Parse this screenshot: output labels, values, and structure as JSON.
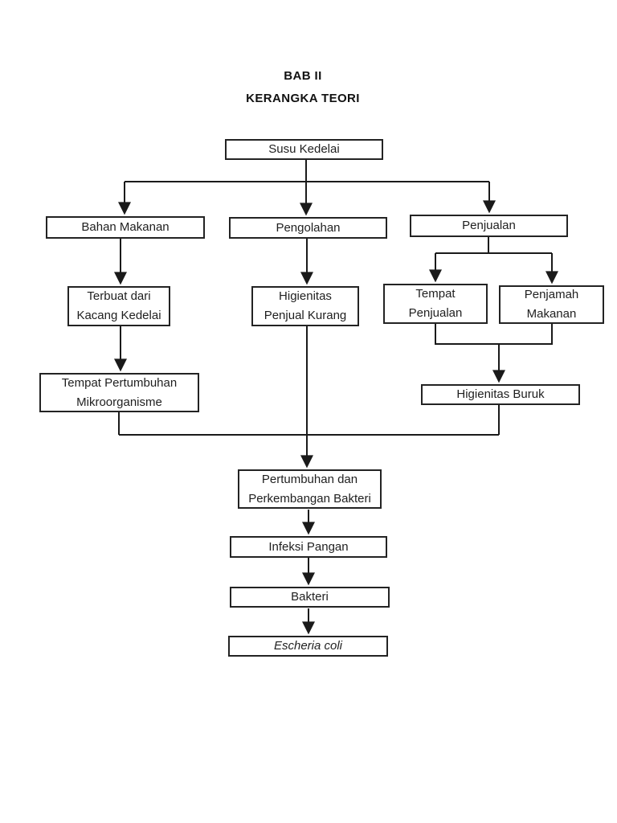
{
  "page": {
    "heading_line1": "BAB II",
    "heading_line2": "KERANGKA TEORI"
  },
  "colors": {
    "ink": "#1a1a1a",
    "background": "#ffffff"
  },
  "diagram": {
    "type": "flowchart",
    "nodes": {
      "susu_kedelai": {
        "label": "Susu Kedelai"
      },
      "bahan_makanan": {
        "label": "Bahan Makanan"
      },
      "pengolahan": {
        "label": "Pengolahan"
      },
      "penjualan": {
        "label": "Penjualan"
      },
      "terbuat_dari": {
        "label": "Terbuat dari\nKacang Kedelai"
      },
      "higienitas_penjual": {
        "label": "Higienitas\nPenjual Kurang"
      },
      "tempat_penjualan": {
        "label": "Tempat\nPenjualan"
      },
      "penjamah_makanan": {
        "label": "Penjamah\nMakanan"
      },
      "tempat_pertumbuhan": {
        "label": "Tempat Pertumbuhan\nMikroorganisme"
      },
      "higienitas_buruk": {
        "label": "Higienitas Buruk"
      },
      "pertumbuhan_bakteri": {
        "label": "Pertumbuhan dan\nPerkembangan Bakteri"
      },
      "infeksi_pangan": {
        "label": "Infeksi Pangan"
      },
      "bakteri": {
        "label": "Bakteri"
      },
      "escheria_coli": {
        "label": "Escheria coli"
      }
    },
    "edges": [
      "Susu Kedelai -> Bahan Makanan",
      "Susu Kedelai -> Pengolahan",
      "Susu Kedelai -> Penjualan",
      "Bahan Makanan -> Terbuat dari Kacang Kedelai",
      "Terbuat dari Kacang Kedelai -> Tempat Pertumbuhan Mikroorganisme",
      "Pengolahan -> Higienitas Penjual Kurang",
      "Penjualan -> Tempat Penjualan",
      "Penjualan -> Penjamah Makanan",
      "Tempat Penjualan -> Higienitas Buruk",
      "Penjamah Makanan -> Higienitas Buruk",
      "Tempat Pertumbuhan Mikroorganisme -> Pertumbuhan dan Perkembangan Bakteri",
      "Higienitas Penjual Kurang -> Pertumbuhan dan Perkembangan Bakteri",
      "Higienitas Buruk -> Pertumbuhan dan Perkembangan Bakteri",
      "Pertumbuhan dan Perkembangan Bakteri -> Infeksi Pangan",
      "Infeksi Pangan -> Bakteri",
      "Bakteri -> Escheria coli"
    ]
  }
}
